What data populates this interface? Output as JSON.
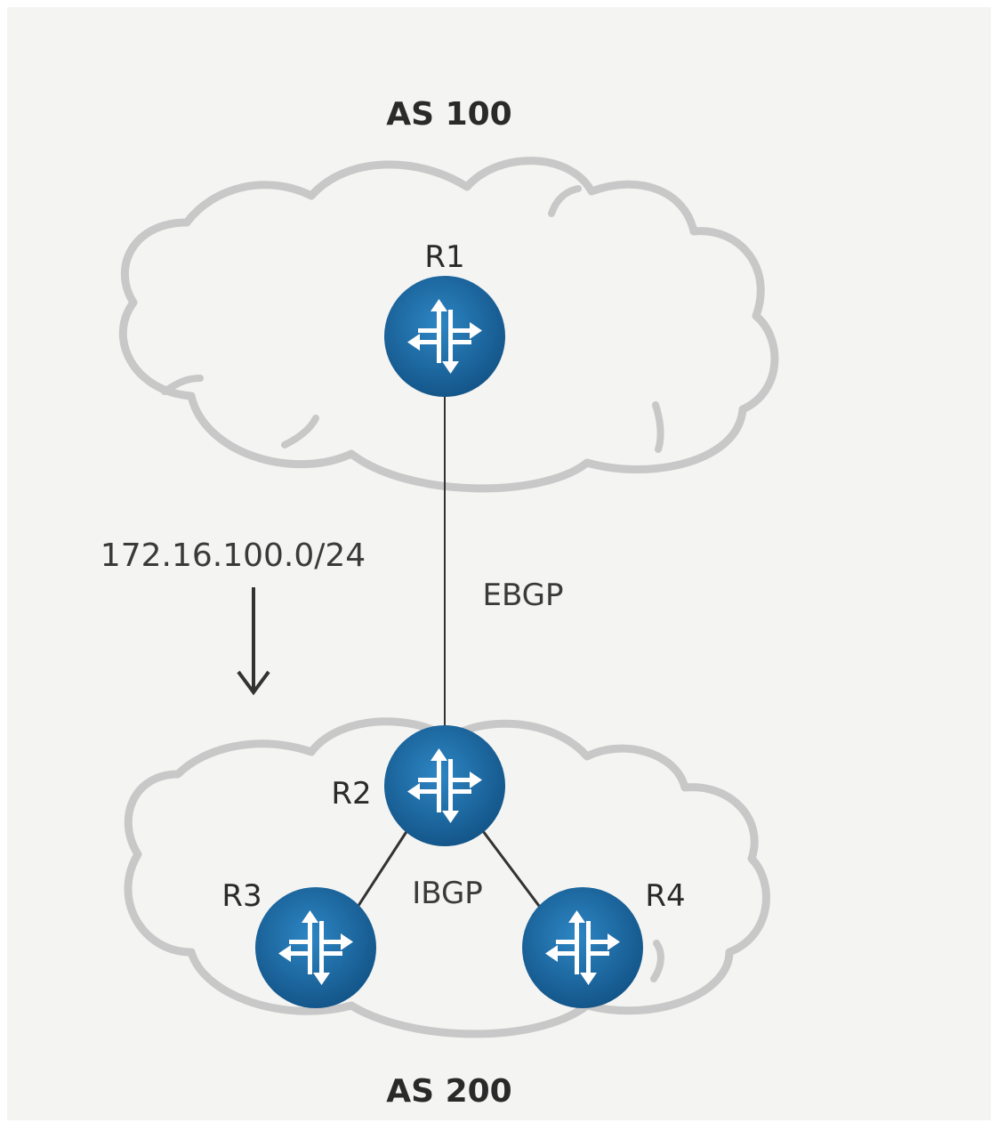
{
  "diagram": {
    "as_top": "AS 100",
    "as_bottom": "AS 200",
    "routers": {
      "r1": "R1",
      "r2": "R2",
      "r3": "R3",
      "r4": "R4"
    },
    "links": {
      "ebgp": "EBGP",
      "ibgp": "IBGP"
    },
    "prefix": "172.16.100.0/24",
    "colors": {
      "router_fill": "#1f6fa8",
      "router_dark": "#134f7d",
      "cloud_stroke": "#c8c8c8",
      "background": "#f4f4f2"
    }
  }
}
